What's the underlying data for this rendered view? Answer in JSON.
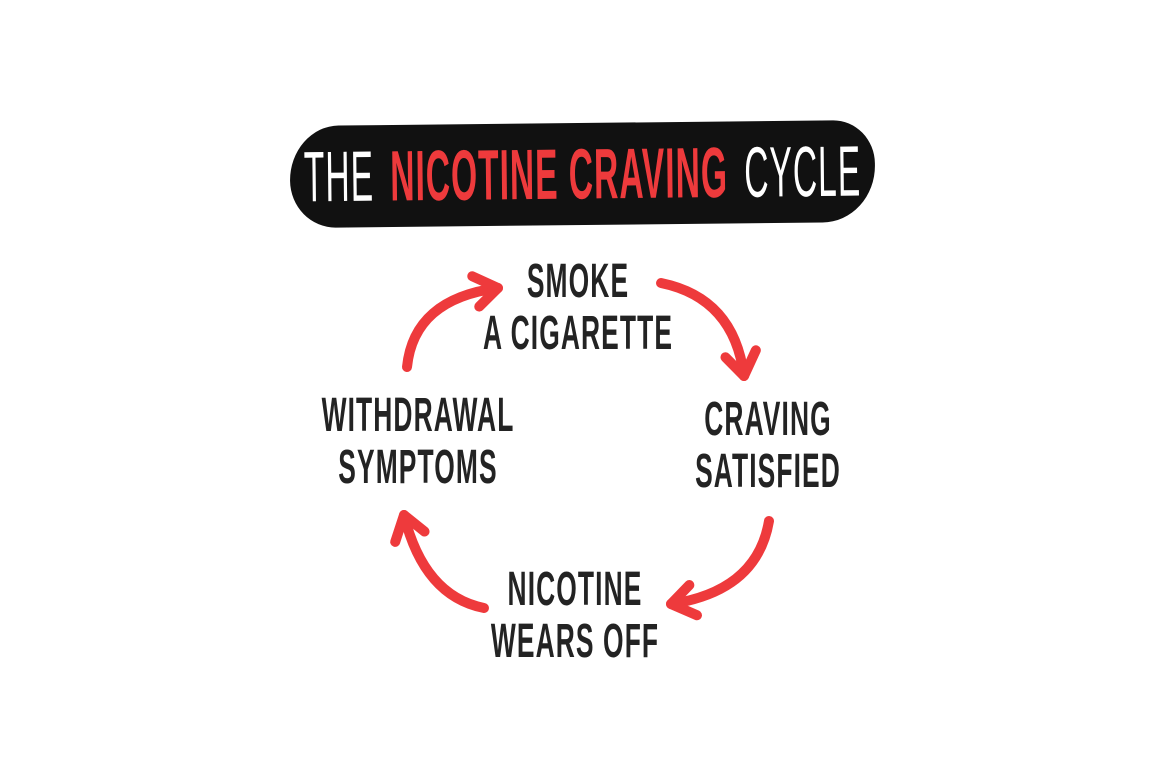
{
  "colors": {
    "background": "#ffffff",
    "banner-black": "#111111",
    "title-white": "#ffffff",
    "accent-red": "#ee3a3c",
    "text-dark": "#232323"
  },
  "title": {
    "prefix": "THE",
    "highlight": "NICOTINE CRAVING",
    "suffix": "CYCLE"
  },
  "cycle": {
    "nodes": [
      {
        "id": "smoke-a-cigarette",
        "position": "top",
        "lines": [
          "SMOKE",
          "A CIGARETTE"
        ]
      },
      {
        "id": "craving-satisfied",
        "position": "right",
        "lines": [
          "CRAVING",
          "SATISFIED"
        ]
      },
      {
        "id": "nicotine-wears-off",
        "position": "bottom",
        "lines": [
          "NICOTINE",
          "WEARS OFF"
        ]
      },
      {
        "id": "withdrawal-symptoms",
        "position": "left",
        "lines": [
          "WITHDRAWAL",
          "SYMPTOMS"
        ]
      }
    ],
    "edges": [
      {
        "from": "smoke-a-cigarette",
        "to": "craving-satisfied"
      },
      {
        "from": "craving-satisfied",
        "to": "nicotine-wears-off"
      },
      {
        "from": "nicotine-wears-off",
        "to": "withdrawal-symptoms"
      },
      {
        "from": "withdrawal-symptoms",
        "to": "smoke-a-cigarette"
      }
    ]
  }
}
